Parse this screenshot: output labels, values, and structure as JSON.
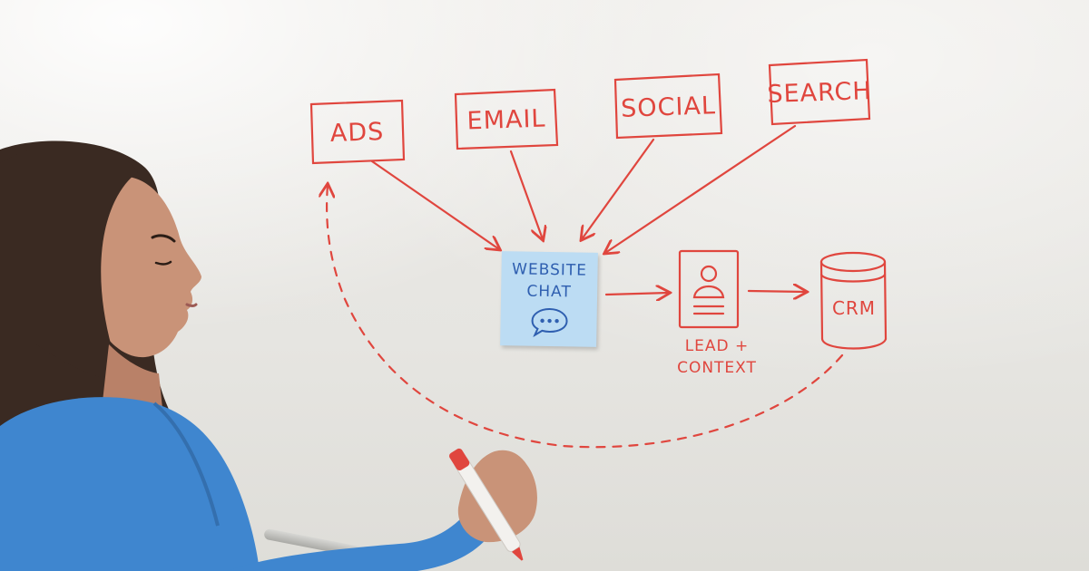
{
  "diagram": {
    "sources": [
      {
        "label": "ADS"
      },
      {
        "label": "EMAIL"
      },
      {
        "label": "SOCIAL"
      },
      {
        "label": "SEARCH"
      }
    ],
    "sticky_note": {
      "line1": "WEBSITE",
      "line2": "CHAT",
      "icon": "chat-bubble-icon"
    },
    "lead": {
      "line1": "LEAD +",
      "line2": "CONTEXT",
      "icon": "contact-card-icon"
    },
    "crm": {
      "label": "CRM",
      "icon": "database-cylinder-icon"
    }
  },
  "colors": {
    "marker_red": "#e0463e",
    "sticky_blue": "#bcdcf3",
    "ink_blue": "#2f5fb0",
    "shirt_blue": "#3f86cf"
  }
}
